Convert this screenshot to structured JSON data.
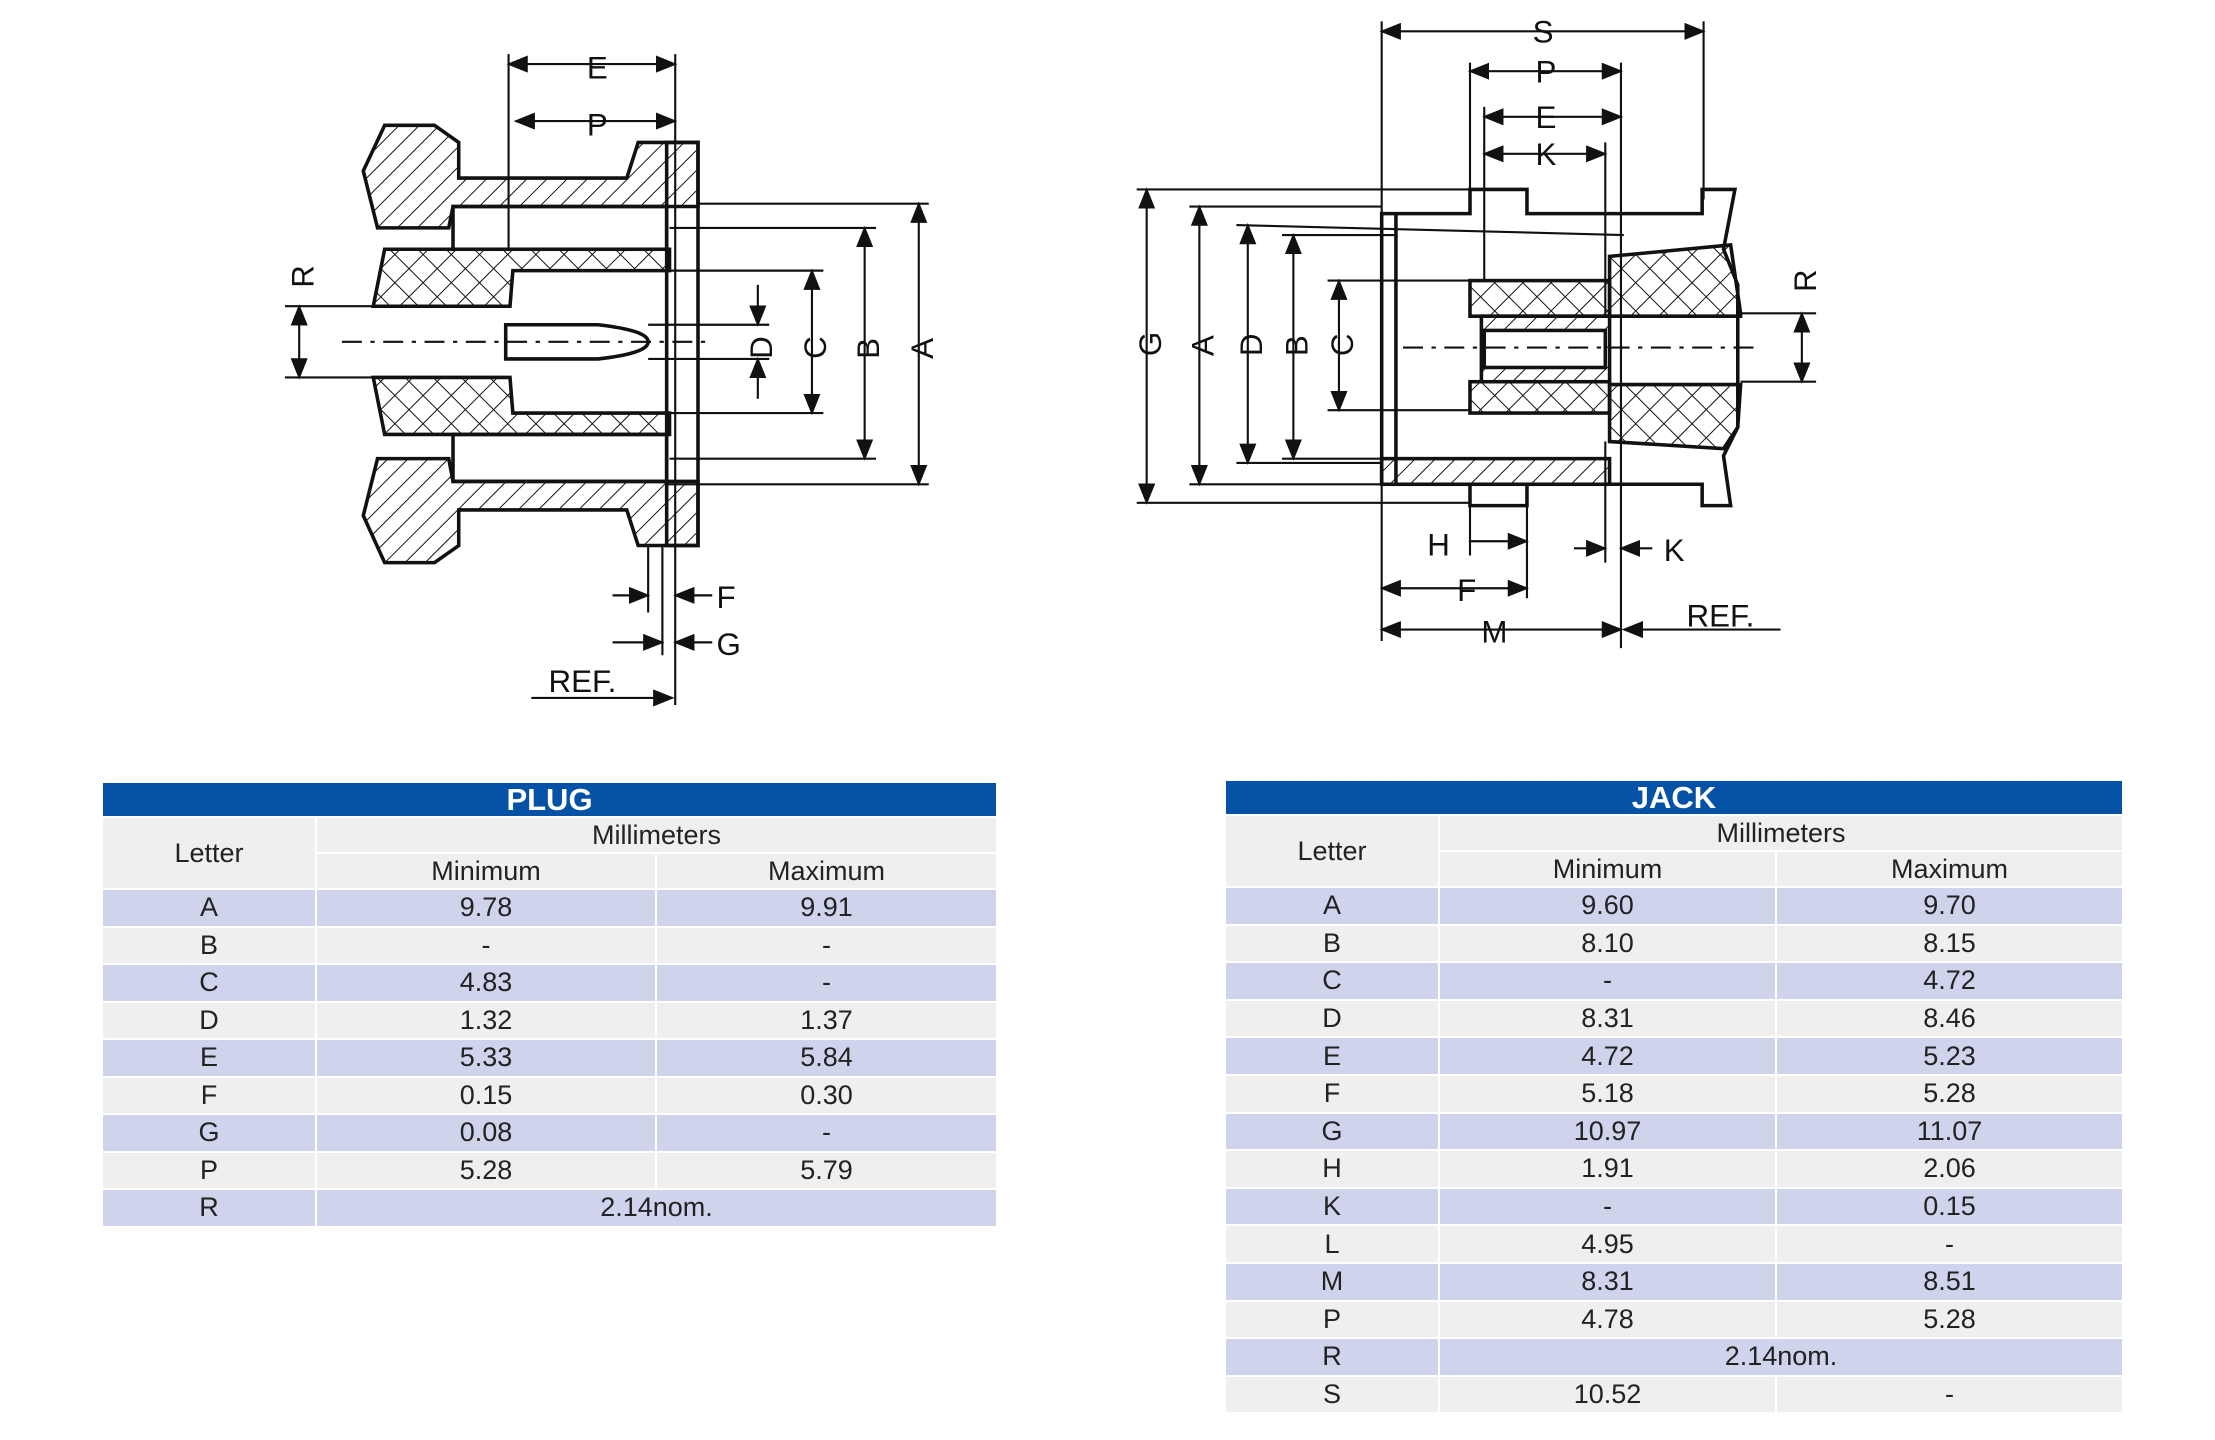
{
  "drawings": {
    "plug": {
      "dimension_labels": [
        "E",
        "P",
        "R",
        "D",
        "C",
        "B",
        "A",
        "F",
        "G"
      ],
      "ref_label": "REF."
    },
    "jack": {
      "dimension_labels": [
        "S",
        "P",
        "E",
        "K",
        "G",
        "A",
        "D",
        "B",
        "C",
        "R",
        "H",
        "K",
        "F",
        "M"
      ],
      "ref_label": "REF."
    }
  },
  "plug_table": {
    "title": "PLUG",
    "letter_header": "Letter",
    "unit_header": "Millimeters",
    "min_header": "Minimum",
    "max_header": "Maximum",
    "rows": [
      {
        "letter": "A",
        "min": "9.78",
        "max": "9.91"
      },
      {
        "letter": "B",
        "min": "-",
        "max": "-"
      },
      {
        "letter": "C",
        "min": "4.83",
        "max": "-"
      },
      {
        "letter": "D",
        "min": "1.32",
        "max": "1.37"
      },
      {
        "letter": "E",
        "min": "5.33",
        "max": "5.84"
      },
      {
        "letter": "F",
        "min": "0.15",
        "max": "0.30"
      },
      {
        "letter": "G",
        "min": "0.08",
        "max": "-"
      },
      {
        "letter": "P",
        "min": "5.28",
        "max": "5.79"
      },
      {
        "letter": "R",
        "nominal": "2.14nom."
      }
    ]
  },
  "jack_table": {
    "title": "JACK",
    "letter_header": "Letter",
    "unit_header": "Millimeters",
    "min_header": "Minimum",
    "max_header": "Maximum",
    "rows": [
      {
        "letter": "A",
        "min": "9.60",
        "max": "9.70"
      },
      {
        "letter": "B",
        "min": "8.10",
        "max": "8.15"
      },
      {
        "letter": "C",
        "min": "-",
        "max": "4.72"
      },
      {
        "letter": "D",
        "min": "8.31",
        "max": "8.46"
      },
      {
        "letter": "E",
        "min": "4.72",
        "max": "5.23"
      },
      {
        "letter": "F",
        "min": "5.18",
        "max": "5.28"
      },
      {
        "letter": "G",
        "min": "10.97",
        "max": "11.07"
      },
      {
        "letter": "H",
        "min": "1.91",
        "max": "2.06"
      },
      {
        "letter": "K",
        "min": "-",
        "max": "0.15"
      },
      {
        "letter": "L",
        "min": "4.95",
        "max": "-"
      },
      {
        "letter": "M",
        "min": "8.31",
        "max": "8.51"
      },
      {
        "letter": "P",
        "min": "4.78",
        "max": "5.28"
      },
      {
        "letter": "R",
        "nominal": "2.14nom."
      },
      {
        "letter": "S",
        "min": "10.52",
        "max": "-"
      }
    ]
  },
  "colors": {
    "header_blue": "#0451a6",
    "row_shade": "#cfd4ec",
    "row_light": "#efefef"
  }
}
